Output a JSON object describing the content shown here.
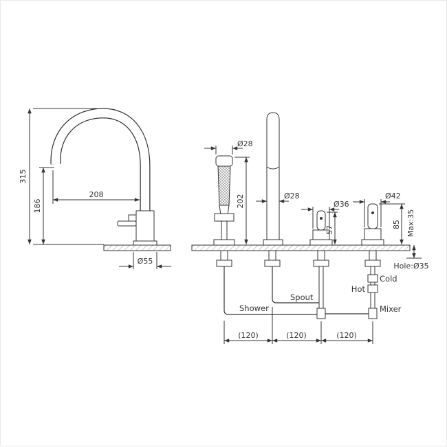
{
  "drawing": {
    "colors": {
      "ink": "#333333",
      "hatch": "#999999"
    },
    "dims": {
      "overall_height": "315",
      "outlet_height": "186",
      "spout_reach": "208",
      "base_dia": "Ø55",
      "handshower_dia": "Ø28",
      "handshower_height": "202",
      "spout_dia": "Ø28",
      "diverter_dia": "Ø36",
      "diverter_height": "57",
      "mixer_dia": "Ø42",
      "mixer_height": "85",
      "max_deck_thickness": "Max:35",
      "hole_dia": "Hole:Ø35",
      "spacing_1": "(120)",
      "spacing_2": "(120)",
      "spacing_3": "(120)"
    },
    "labels": {
      "shower": "Shower",
      "spout": "Spout",
      "hot": "Hot",
      "cold": "Cold",
      "mixer": "Mixer"
    }
  }
}
